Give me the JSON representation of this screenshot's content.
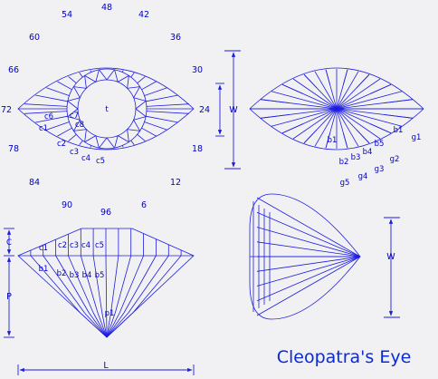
{
  "diagram": {
    "title": "Cleopatra's Eye",
    "index_labels": [
      "48",
      "54",
      "42",
      "60",
      "36",
      "66",
      "30",
      "72",
      "24",
      "78",
      "18",
      "84",
      "12",
      "90",
      "96",
      "6"
    ],
    "top_view_labels": [
      "t",
      "c6",
      "c7",
      "c8",
      "c1",
      "c2",
      "c3",
      "c4",
      "c5"
    ],
    "bottom_view_labels": [
      "b1",
      "b2",
      "b3",
      "b4",
      "b5",
      "b1",
      "g1",
      "g2",
      "g3",
      "g4",
      "g5"
    ],
    "side_view_labels": [
      "c1",
      "c2",
      "c3",
      "c4",
      "c5",
      "b1",
      "b2",
      "b3",
      "b4",
      "b5",
      "p1"
    ],
    "dimension_labels": {
      "width": "W",
      "width_end": "W",
      "length": "L",
      "crown": "C",
      "pavilion": "P"
    },
    "colors": {
      "line": "#1d1de0",
      "text": "#0000c8",
      "title": "#0a2ad8",
      "background": "#f1f1f4"
    }
  }
}
